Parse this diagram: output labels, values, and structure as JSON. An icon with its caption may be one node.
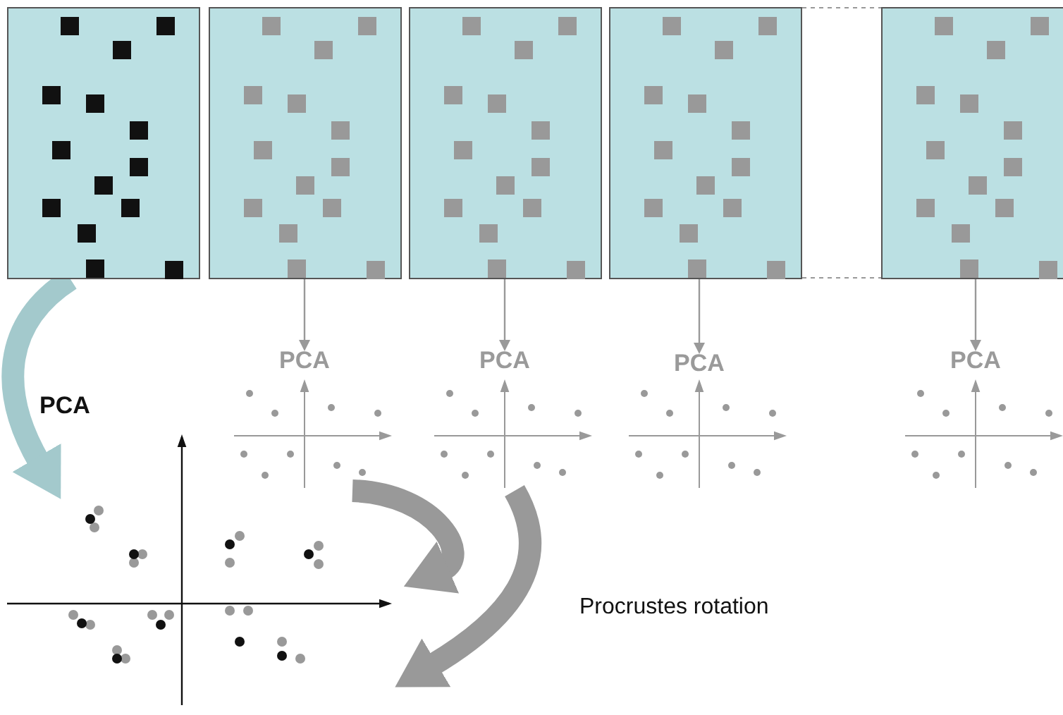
{
  "diagram": {
    "nodes": [
      {
        "text": [],
        "shape": "box"
      },
      {
        "text": [],
        "shape": "box"
      },
      {
        "text": [],
        "shape": "box"
      },
      {
        "text": [],
        "shape": "box"
      },
      {
        "text": [],
        "shape": "box"
      },
      {
        "text": [
          "PCA"
        ]
      },
      {
        "text": [
          "PCA"
        ]
      },
      {
        "text": [
          "PCA"
        ]
      },
      {
        "text": [
          "PCA"
        ]
      },
      {
        "text": [],
        "shape": "picture"
      },
      {
        "text": [],
        "shape": "picture"
      },
      {
        "text": [],
        "shape": "picture"
      },
      {
        "text": [],
        "shape": "picture"
      },
      {
        "text": [],
        "shape": "picture"
      }
    ],
    "edges": [
      {
        "from": 1,
        "to": 5,
        "arrow": "to"
      },
      {
        "from": 2,
        "to": 6,
        "arrow": "to"
      },
      {
        "from": 3,
        "to": 7,
        "arrow": "to"
      },
      {
        "from": 4,
        "to": 8,
        "arrow": "to"
      },
      {
        "from": 0,
        "to": 13,
        "arrow": "to",
        "label": "PCA",
        "style": "thick",
        "color": "#a3c9cc"
      },
      {
        "from": 9,
        "to": 13,
        "arrow": "to",
        "style": "thick"
      },
      {
        "from": 10,
        "to": 13,
        "arrow": "to",
        "style": "thick"
      }
    ],
    "labels": [
      "Procrustes rotation"
    ]
  }
}
